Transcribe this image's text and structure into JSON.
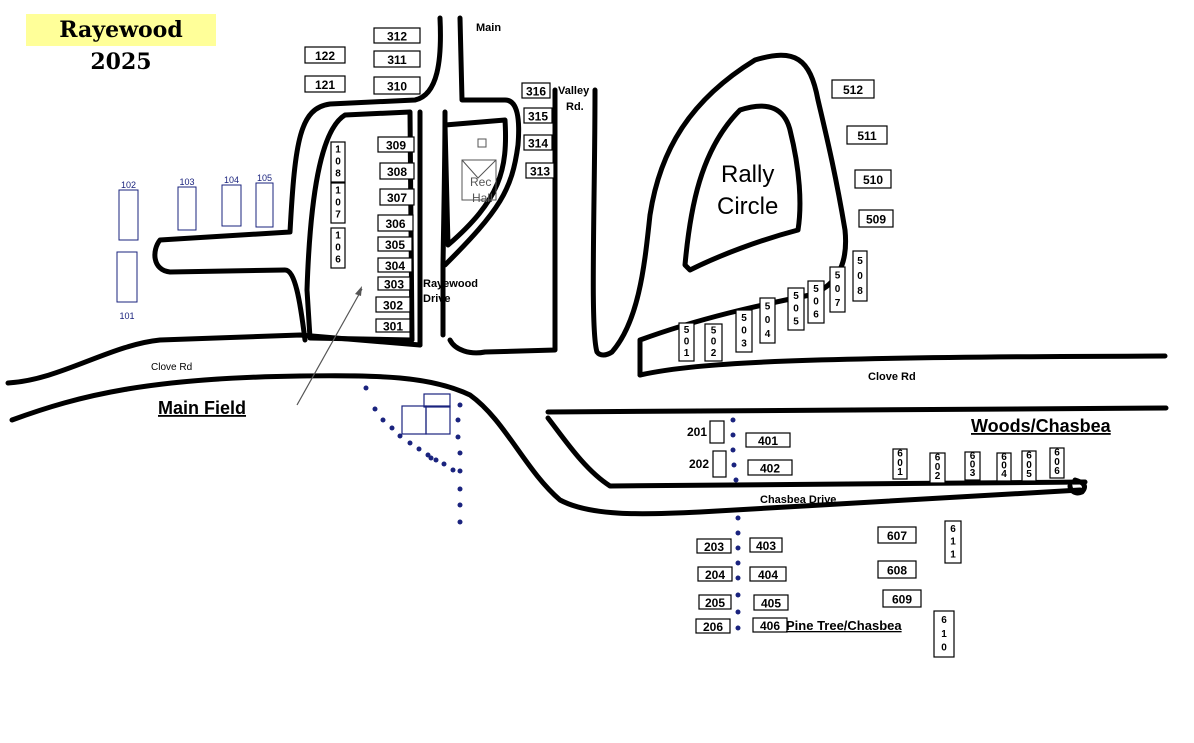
{
  "title": "Rayewood 2025",
  "roads": {
    "main": "Main",
    "valley_1": "Valley",
    "valley_2": "Rd.",
    "rayewood_1": "Rayewood",
    "rayewood_2": "Drive",
    "clove_left": "Clove Rd",
    "clove_right": "Clove Rd",
    "chasbea": "Chasbea Drive"
  },
  "areas": {
    "rally_1": "Rally",
    "rally_2": "Circle",
    "main_field": "Main Field",
    "woods": "Woods/Chasbea",
    "pine": "Pine Tree/Chasbea",
    "rec_1": "Rec",
    "rec_2": "Hall"
  },
  "lots": {
    "h122": "122",
    "h121": "121",
    "h312": "312",
    "h311": "311",
    "h310": "310",
    "h316": "316",
    "h315": "315",
    "h314": "314",
    "h313": "313",
    "h309": "309",
    "h308": "308",
    "h307": "307",
    "h306": "306",
    "h305": "305",
    "h304": "304",
    "h303": "303",
    "h302": "302",
    "h301": "301",
    "h512": "512",
    "h511": "511",
    "h510": "510",
    "h509": "509",
    "h401": "401",
    "h402": "402",
    "h403": "403",
    "h404": "404",
    "h405": "405",
    "h406": "406",
    "h201": "201",
    "h202": "202",
    "h203": "203",
    "h204": "204",
    "h205": "205",
    "h206": "206",
    "h607": "607",
    "h608": "608",
    "h609": "609",
    "t102": "102",
    "t103": "103",
    "t104": "104",
    "t105": "105",
    "t101": "101",
    "v108": "108",
    "v107": "107",
    "v106": "106",
    "v501": "501",
    "v502": "502",
    "v503": "503",
    "v504": "504",
    "v505": "505",
    "v506": "506",
    "v507": "507",
    "v508": "508",
    "v601": "601",
    "v602": "602",
    "v603": "603",
    "v604": "604",
    "v605": "605",
    "v606": "606",
    "v611": "611",
    "v610": "610"
  },
  "colors": {
    "title_bg": "#ffff99",
    "tree_dots": "#1a237e"
  }
}
